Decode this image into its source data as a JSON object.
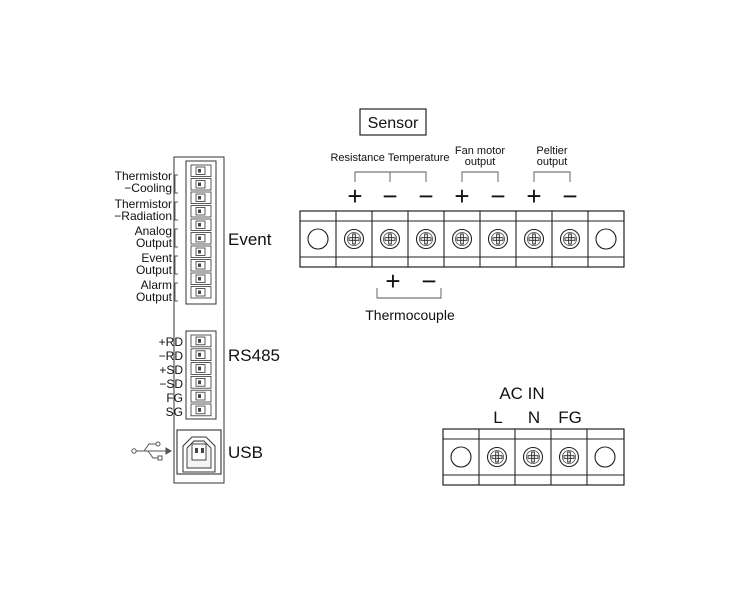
{
  "sensor_box": {
    "label": "Sensor"
  },
  "top_labels": {
    "resistance_temperature": "Resistance Temperature",
    "fan_motor_line1": "Fan motor",
    "fan_motor_line2": "output",
    "peltier_line1": "Peltier",
    "peltier_line2": "output"
  },
  "polarity_top": [
    "+",
    "−",
    "−",
    "+",
    "−",
    "+",
    "−"
  ],
  "thermocouple": {
    "plus": "+",
    "minus": "−",
    "label": "Thermocouple"
  },
  "connector": {
    "event_labels": [
      [
        "Thermistor",
        "−Cooling"
      ],
      [
        "Thermistor",
        "−Radiation"
      ],
      [
        "Analog",
        "Output"
      ],
      [
        "Event",
        "Output"
      ],
      [
        "Alarm",
        "Output"
      ]
    ],
    "event_title": "Event",
    "rs485_labels": [
      "+RD",
      "−RD",
      "+SD",
      "−SD",
      "FG",
      "SG"
    ],
    "rs485_title": "RS485",
    "usb_title": "USB"
  },
  "ac_in": {
    "title": "AC IN",
    "terminals": [
      "L",
      "N",
      "FG"
    ]
  }
}
